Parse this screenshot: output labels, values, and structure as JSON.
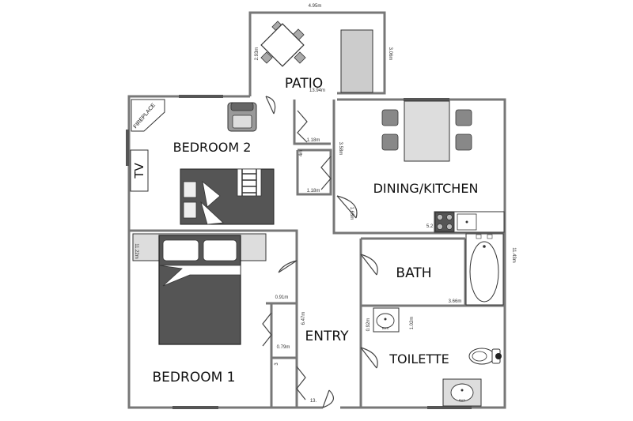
{
  "rooms": {
    "patio": "PATIO",
    "bedroom2": "BEDROOM 2",
    "dining_kitchen": "DINING/KITCHEN",
    "bedroom1": "BEDROOM 1",
    "bath": "BATH",
    "entry": "ENTRY",
    "toilette": "TOILETTE"
  },
  "fixtures": {
    "fireplace": "FIREPLACE",
    "tv": "TV",
    "sink_tag": "BVS"
  },
  "dimensions": {
    "patio_width": "4.95m",
    "patio_side_a": "2.93m",
    "patio_side_b": "3.06m",
    "top_total": "13.94m",
    "closet_upper_a": "1.18m",
    "closet_upper_b": "1.18m",
    "dining_left": "3.58m",
    "closet_small_a": "4m",
    "kitchen_door": "1.63m",
    "kitchen_counter": "5.2",
    "right_total": "11.43m",
    "bedroom1_left": "11.22m",
    "bath_width": "3.66m",
    "closet_lower_a": "0.91m",
    "entry_height": "6.47m",
    "sink_a": "0.92m",
    "toilet_room": "1.02m",
    "closet_lower_b": "0.79m",
    "closet_lower_c": "3",
    "bottom_total": "13."
  }
}
